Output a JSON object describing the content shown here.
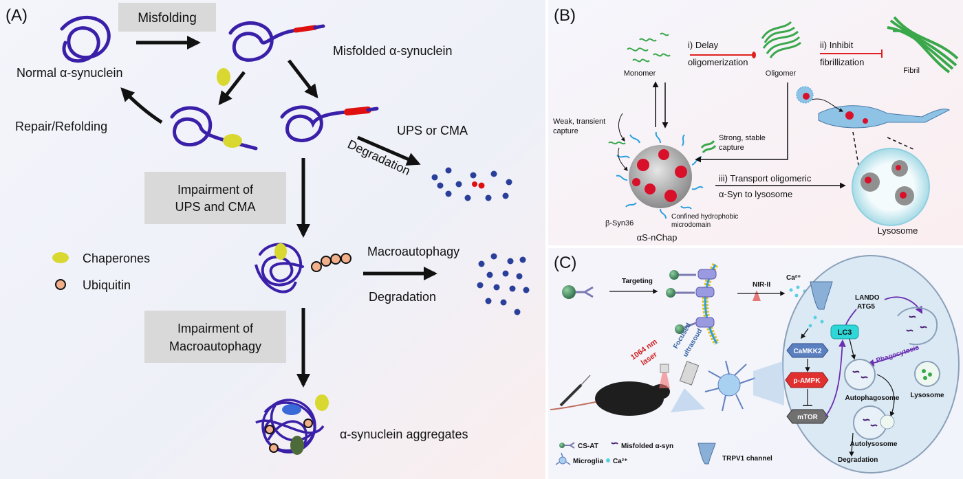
{
  "panel_a": {
    "label": "(A)",
    "misfolding": "Misfolding",
    "normal": "Normal α-synuclein",
    "misfolded": "Misfolded α-synuclein",
    "repair": "Repair/Refolding",
    "ups_cma": "UPS or CMA",
    "degradation1": "Degradation",
    "impair_ups_1": "Impairment of",
    "impair_ups_2": "UPS and CMA",
    "chaperones": "Chaperones",
    "ubiquitin": "Ubiquitin",
    "macroautophagy": "Macroautophagy",
    "degradation2": "Degradation",
    "impair_macro_1": "Impairment of",
    "impair_macro_2": "Macroautophagy",
    "aggregates": "α-synuclein aggregates"
  },
  "panel_b": {
    "label": "(B)",
    "delay_1": "i) Delay",
    "delay_2": "oligomerization",
    "inhibit_1": "ii) Inhibit",
    "inhibit_2": "fibrillization",
    "monomer": "Monomer",
    "oligomer": "Oligomer",
    "fibril": "Fibril",
    "weak_1": "Weak, transient",
    "weak_2": "capture",
    "strong_1": "Strong, stable",
    "strong_2": "capture",
    "transport_1": "iii) Transport oligomeric",
    "transport_2": "α-Syn to lysosome",
    "confined_1": "Confined hydrophobic",
    "confined_2": "microdomain",
    "bsyn": "β-Syn36",
    "nchap": "αS-nChap",
    "lysosome": "Lysosome"
  },
  "panel_c": {
    "label": "(C)",
    "targeting": "Targeting",
    "nir": "NIR-II",
    "ca": "Ca²⁺",
    "lando_1": "LANDO",
    "lando_2": "ATG5",
    "lc3": "LC3",
    "camkk2": "CaMKK2",
    "pampk": "p-AMPK",
    "mtor": "mTOR",
    "phagocytosis": "Phagocytosis",
    "laser_1": "1064 nm",
    "laser_2": "laser",
    "focused_1": "Focused",
    "focused_2": "ultrasoud",
    "autophagosome": "Autophagosome",
    "lysosome": "Lysosome",
    "autolysosome": "Autolysosome",
    "degradation": "Degradation",
    "legend_csat": "CS-AT",
    "legend_misfolded": "Misfolded α-syn",
    "legend_microglia": "Microglia",
    "legend_ca": "Ca²⁺",
    "legend_trpv1": "TRPV1 channel"
  },
  "colors": {
    "protein": "#3a1fa8",
    "misfold": "#e01010",
    "chaperone": "#d8d830",
    "ubiquitin": "#f2b08a",
    "dots": "#2a3f9a",
    "arrow": "#111111",
    "green_fibril": "#3aa84a",
    "inhibit": "#e02020",
    "purple": "#6a2fb0",
    "lc3": "#2fd8d8"
  }
}
